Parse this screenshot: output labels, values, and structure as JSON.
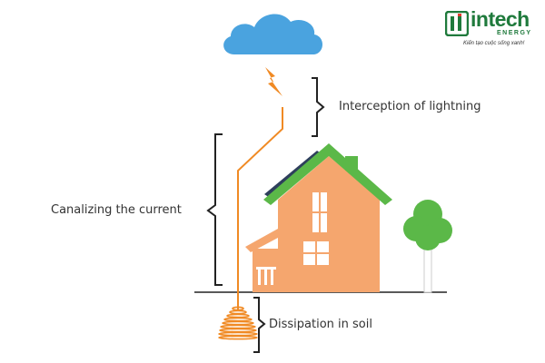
{
  "logo": {
    "brand": "intech",
    "sub": "ENERGY",
    "tagline": "Kiến tạo cuộc sống xanh!"
  },
  "labels": {
    "interception": "Interception of lightning",
    "canalizing": "Canalizing the current",
    "dissipation": "Dissipation in soil"
  },
  "colors": {
    "cloud": "#4aa3df",
    "lightning": "#f08a24",
    "house": "#f5a66e",
    "roof": "#5bb848",
    "solar_panel": "#2e3f5c",
    "tree": "#5bb848",
    "window": "#ffffff",
    "bracket": "#222222",
    "brand": "#1f7a3c"
  },
  "icons": [
    "cloud-icon",
    "lightning-bolt-icon",
    "house-icon",
    "tree-icon",
    "solar-panel-icon",
    "ground-coil-icon"
  ]
}
